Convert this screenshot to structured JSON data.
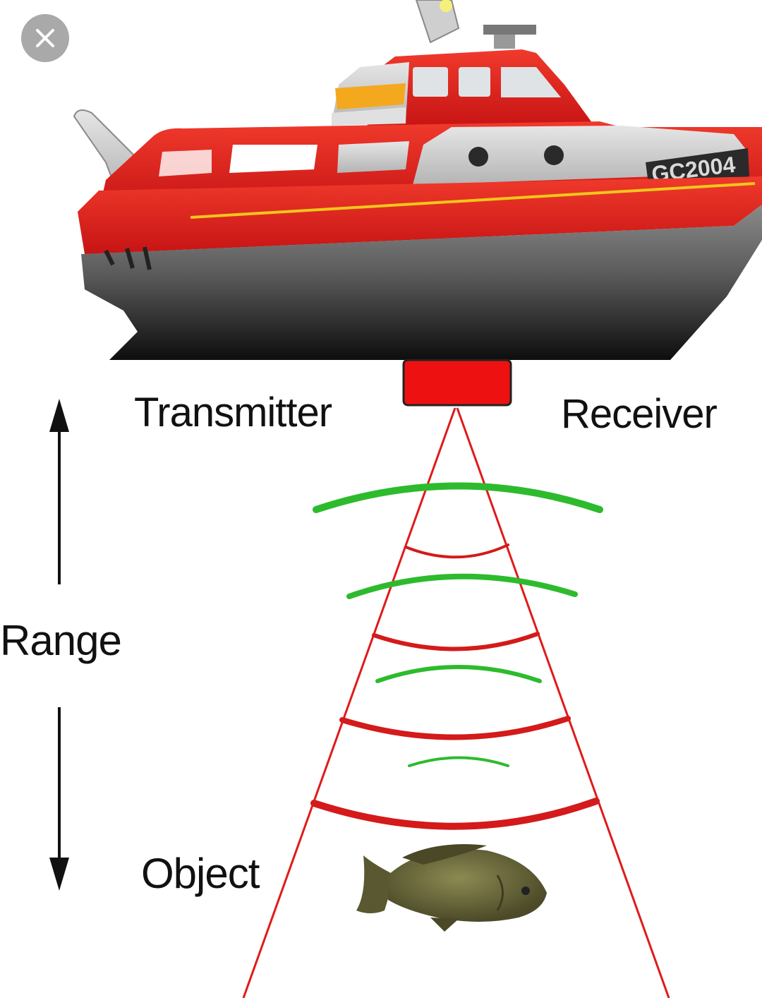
{
  "labels": {
    "transmitter": "Transmitter",
    "receiver": "Receiver",
    "range": "Range",
    "object": "Object"
  },
  "hull_number": "GC2004",
  "overlay": {
    "close_icon": "close-icon"
  },
  "colors": {
    "hull_red": "#e8201e",
    "transducer_red": "#ee1111",
    "pulse_red": "#d41a1a",
    "echo_green": "#2dbb2d",
    "fish": "#6b6b3a",
    "arrow": "#111111"
  }
}
